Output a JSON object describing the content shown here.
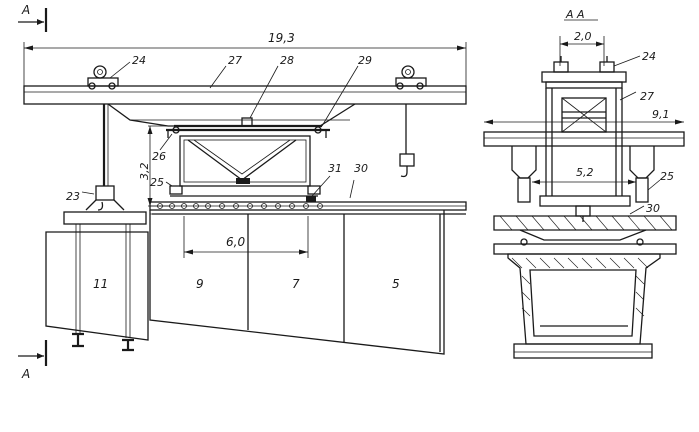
{
  "section_marks": {
    "left_top": "A",
    "left_bottom": "A",
    "view_title": "A  A"
  },
  "dimensions": {
    "overall_span": "19,3",
    "frame_height": "3,2",
    "trolley_base": "6,0",
    "hanger_spacing": "2,0",
    "girder_width": "9,1",
    "support_width": "5,2"
  },
  "callouts": {
    "c23": "23",
    "c24": "24",
    "c25": "25",
    "c26": "26",
    "c27": "27",
    "c28": "28",
    "c29": "29",
    "c30": "30",
    "c31": "31",
    "r24": "24",
    "r27": "27",
    "r25": "25",
    "r30": "30"
  },
  "segments": {
    "s11": "11",
    "s9": "9",
    "s7": "7",
    "s5": "5"
  }
}
